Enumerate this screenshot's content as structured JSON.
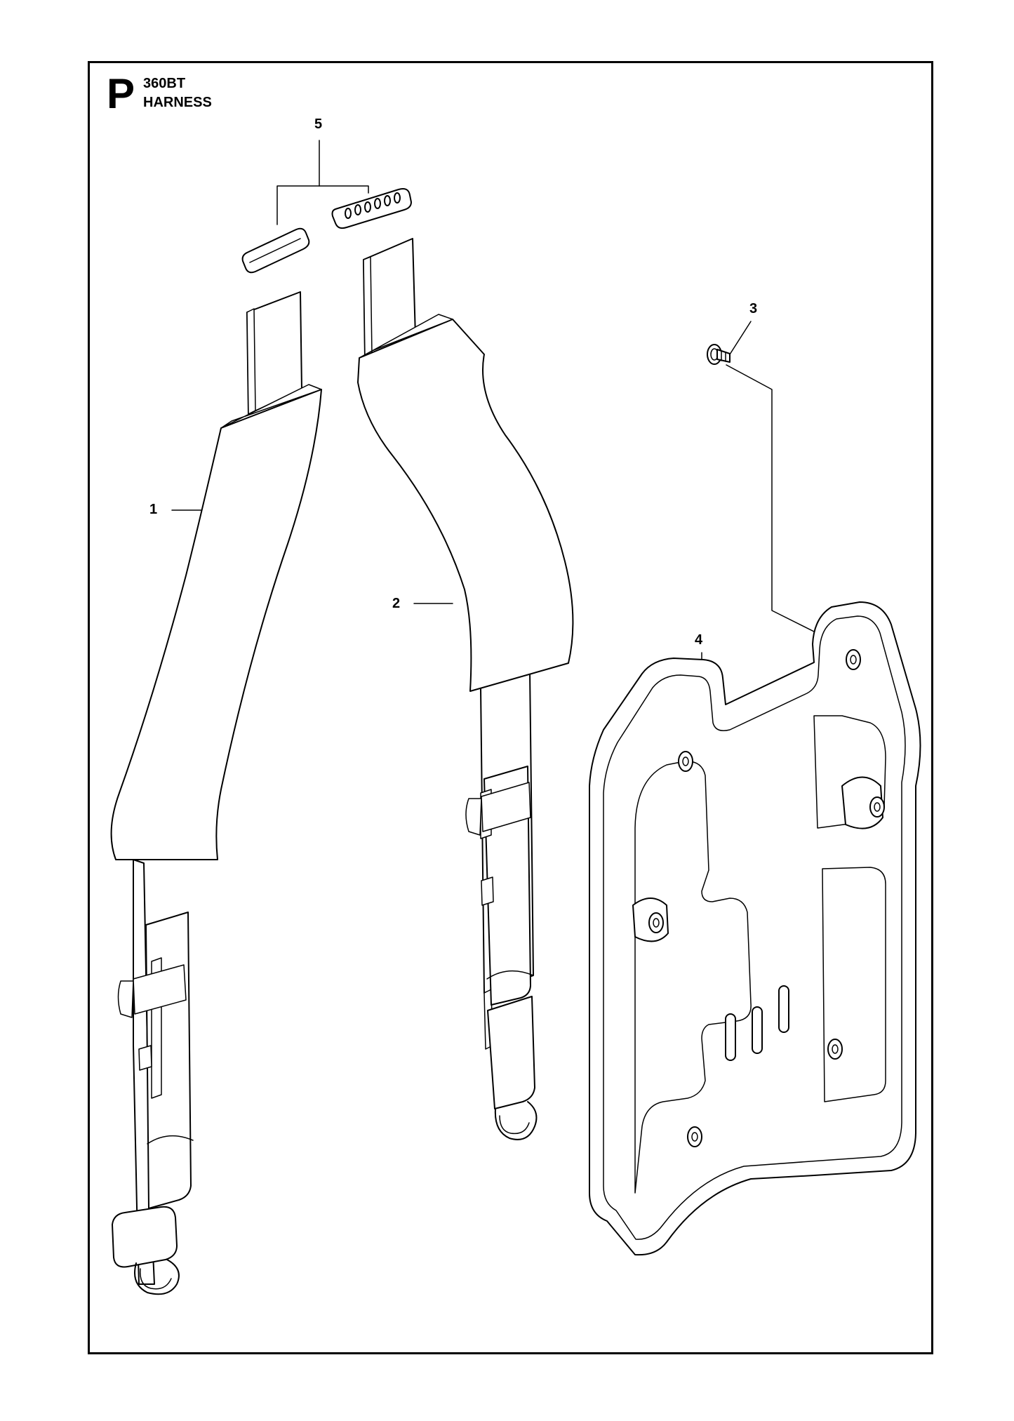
{
  "header": {
    "section_letter": "P",
    "model": "360BT",
    "title": "HARNESS"
  },
  "callouts": [
    {
      "id": "1",
      "label": "1"
    },
    {
      "id": "2",
      "label": "2"
    },
    {
      "id": "3",
      "label": "3"
    },
    {
      "id": "4",
      "label": "4"
    },
    {
      "id": "5",
      "label": "5"
    }
  ]
}
